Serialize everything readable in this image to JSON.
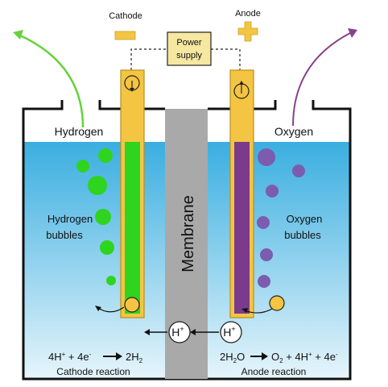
{
  "labels": {
    "cathode": "Cathode",
    "anode": "Anode",
    "power_supply_line1": "Power",
    "power_supply_line2": "supply",
    "hydrogen_gas": "Hydrogen",
    "oxygen_gas": "Oxygen",
    "hydrogen_bubbles_line1": "Hydrogen",
    "hydrogen_bubbles_line2": "bubbles",
    "oxygen_bubbles_line1": "Oxygen",
    "oxygen_bubbles_line2": "bubbles",
    "membrane": "Membrane",
    "proton": "H",
    "proton_charge": "+",
    "cathode_reaction_caption": "Cathode reaction",
    "anode_reaction_caption": "Anode reaction"
  },
  "equations": {
    "cathode": {
      "lhs_a": "4H",
      "lhs_a_sup": "+",
      "lhs_b": " + 4e",
      "lhs_b_sup": "-",
      "rhs": "2H",
      "rhs_sub": "2"
    },
    "anode": {
      "lhs": "2H",
      "lhs_sub": "2",
      "lhs_tail": "O",
      "rhs_a": "O",
      "rhs_a_sub": "2",
      "rhs_b": " + 4H",
      "rhs_b_sup": "+",
      "rhs_c": " + 4e",
      "rhs_c_sup": "-"
    }
  },
  "colors": {
    "hydrogen": "#2fd41f",
    "oxygen": "#7b3a8c",
    "oxygen_bubble": "#7c5cae",
    "electrode": "#f4c542",
    "membrane": "#a9a9a9",
    "water_top": "#3aaee0",
    "water_bottom": "#e6f5fb",
    "hydrogen_arrow": "#66d23a",
    "oxygen_arrow": "#8a3f8c"
  },
  "icons": {
    "cathode_terminal": "minus-icon",
    "anode_terminal": "plus-icon"
  }
}
